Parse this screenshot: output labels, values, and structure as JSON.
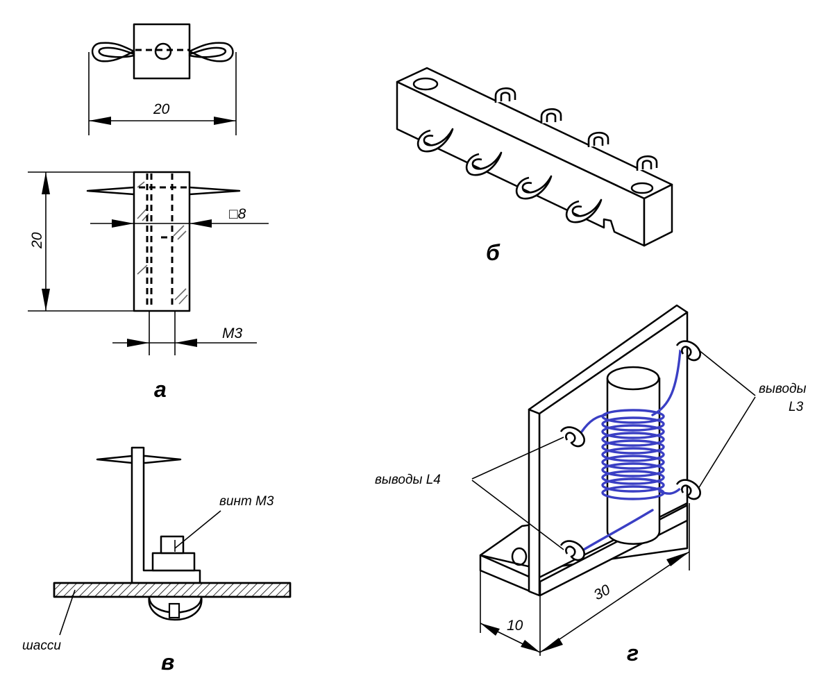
{
  "figures": {
    "a": {
      "label": "а",
      "dim_width": "20",
      "dim_height": "20",
      "dim_square": "□8",
      "dim_thread": "M3"
    },
    "b": {
      "label": "б"
    },
    "v": {
      "label": "в",
      "screw_label": "винт М3",
      "chassis_label": "шасси"
    },
    "g": {
      "label": "г",
      "leads_l3": [
        "выводы",
        "L3"
      ],
      "leads_l4": "выводы L4",
      "dim_length": "30",
      "dim_depth": "10"
    }
  },
  "colors": {
    "line": "#000000",
    "winding": "#3a3fc4",
    "background": "#ffffff"
  }
}
